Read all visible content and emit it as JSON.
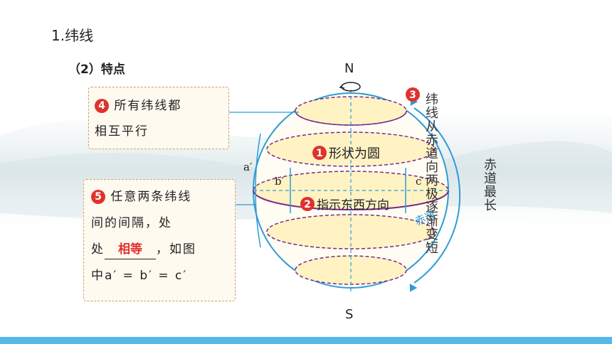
{
  "heading": "1.纬线",
  "subheading": "（2）特点",
  "box4": {
    "number": "4",
    "line1": "所有纬线都",
    "line2": "相互平行"
  },
  "box5": {
    "number": "5",
    "line1": "任意两条纬线",
    "line2": "间的间隔，处",
    "line3_prefix": "处",
    "answer": "相等",
    "line3_suffix": "，如图",
    "line4": "中a′ = b′ = c′"
  },
  "globe": {
    "north": "N",
    "south": "S",
    "label1_number": "1",
    "label1_text": "形状为圆",
    "label2_number": "2",
    "label2_text": "指示东西方向",
    "equator_label": "赤道",
    "a_label": "a′",
    "b_label": "b′",
    "c_label": "c′"
  },
  "side": {
    "number": "3",
    "outer_text": "纬线从赤道向两极逐渐变短",
    "inner_text": "赤道最长"
  },
  "colors": {
    "accent_red": "#e0322d",
    "answer_red": "#e03030",
    "globe_line": "#2e9bd8",
    "latitude_line": "#7a2a8a",
    "globe_fill": "#fff6cf",
    "footer": "#56b8e6"
  }
}
